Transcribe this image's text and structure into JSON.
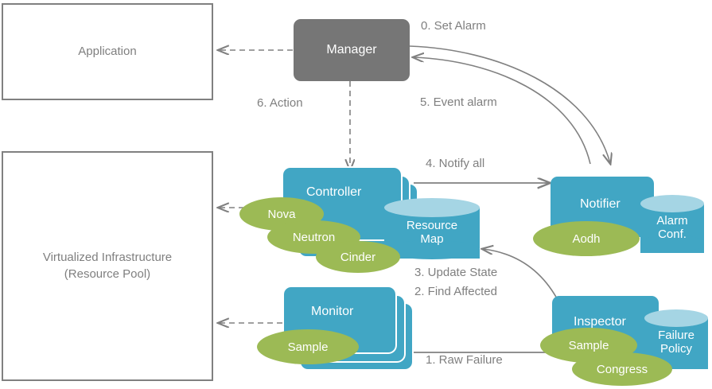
{
  "diagram": {
    "title": "OpenStack fault management sequence diagram",
    "colors": {
      "teal": "#41a6c4",
      "teal_light": "#a5d5e4",
      "green": "#9cba55",
      "gray_fill": "#767676",
      "gray_stroke": "#808080",
      "text_gray": "#7f7f7f",
      "white": "#ffffff"
    },
    "boxes": {
      "application": "Application",
      "infrastructure_line1": "Virtualized  Infrastructure",
      "infrastructure_line2": "(Resource Pool)",
      "manager": "Manager",
      "controller": "Controller",
      "monitor": "Monitor",
      "notifier": "Notifier",
      "inspector": "Inspector"
    },
    "cylinders": {
      "resource_map_line1": "Resource",
      "resource_map_line2": "Map",
      "alarm_conf_line1": "Alarm",
      "alarm_conf_line2": "Conf.",
      "failure_policy_line1": "Failure",
      "failure_policy_line2": "Policy"
    },
    "pills": {
      "nova": "Nova",
      "neutron": "Neutron",
      "cinder": "Cinder",
      "sample_monitor": "Sample",
      "aodh": "Aodh",
      "sample_inspector": "Sample",
      "congress": "Congress"
    },
    "steps": {
      "step0": "0. Set Alarm",
      "step1": "1. Raw Failure",
      "step2": "2. Find Affected",
      "step3": "3. Update State",
      "step4": "4. Notify all",
      "step5": "5. Event alarm",
      "step6": "6. Action"
    }
  }
}
